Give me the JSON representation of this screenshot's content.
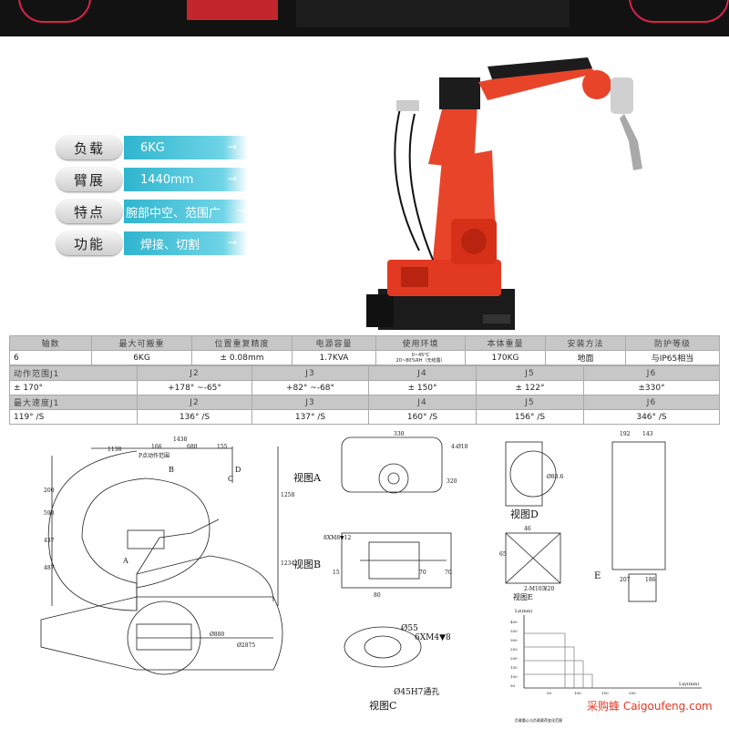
{
  "specs": [
    {
      "key": "负载",
      "value": "6KG"
    },
    {
      "key": "臂展",
      "value": "1440mm"
    },
    {
      "key": "特点",
      "value": "腕部中空、范围广"
    },
    {
      "key": "功能",
      "value": "焊接、切割"
    }
  ],
  "table": {
    "row1_headers": [
      "轴数",
      "最大可搬重",
      "位置重复精度",
      "电源容量",
      "使用环境",
      "本体重量",
      "安装方法",
      "防护等级"
    ],
    "row1_values": [
      "6",
      "6KG",
      "± 0.08mm",
      "1.7KVA",
      "",
      "170KG",
      "地面",
      "与IP65相当"
    ],
    "env_line1": "0~45°C",
    "env_line2": "20~80%RH（无结露）",
    "row2_headers": [
      "动作范围J1",
      "J2",
      "J3",
      "J4",
      "J5",
      "J6"
    ],
    "row2_values": [
      "± 170°",
      "+178° ~-65°",
      "+82° ~-68°",
      "± 150°",
      "± 122°",
      "±330°"
    ],
    "row3_headers": [
      "最大速度J1",
      "J2",
      "J3",
      "J4",
      "J5",
      "J6"
    ],
    "row3_values": [
      "119° /S",
      "136° /S",
      "137° /S",
      "160° /S",
      "156° /S",
      "346° /S"
    ]
  },
  "drawing": {
    "dim_1438": "1438",
    "dim_1138": "1138",
    "dim_166": "166",
    "dim_680": "680",
    "dim_155": "155",
    "dim_200": "200",
    "dim_590": "590",
    "dim_437": "437",
    "dim_487": "487",
    "dim_1258": "1258",
    "dim_1234": "1234",
    "label_p": "P点动作范围",
    "label_a": "A",
    "label_b": "B",
    "label_c": "C",
    "label_d": "D",
    "view_a": "视图A",
    "view_b": "视图B",
    "view_c": "视图C",
    "view_d": "视图D",
    "view_e": "视图E",
    "label_e": "E",
    "dim_330": "330",
    "dim_4phi": "4-Ø18",
    "dim_320": "320",
    "dim_phi886": "Ø88.6",
    "dim_m8": "8XM8▼12",
    "dim_80": "80",
    "dim_70": "70",
    "dim_70b": "70",
    "dim_15": "15",
    "dim_46": "46",
    "dim_65": "65",
    "dim_m10": "2-M10深20",
    "dim_192": "192",
    "dim_143": "143",
    "dim_207": "207",
    "dim_186": "186",
    "dim_phi880": "Ø880",
    "dim_phi2875": "Ø2875",
    "dim_phi55": "Ø55",
    "dim_6xm4": "6XM4▼8",
    "dim_45h7": "Ø45H7通孔",
    "chart_ylabel": "Lz(mm)",
    "chart_xlabel": "Lxy(mm)",
    "chart_yticks": [
      "400",
      "350",
      "300",
      "250",
      "200",
      "150",
      "100",
      "50"
    ],
    "chart_xticks": [
      "50",
      "100",
      "150",
      "200"
    ],
    "chart_caption": "负载重心与负载载荷变化范围"
  },
  "watermark": "采购蜂 Caigoufeng.com"
}
